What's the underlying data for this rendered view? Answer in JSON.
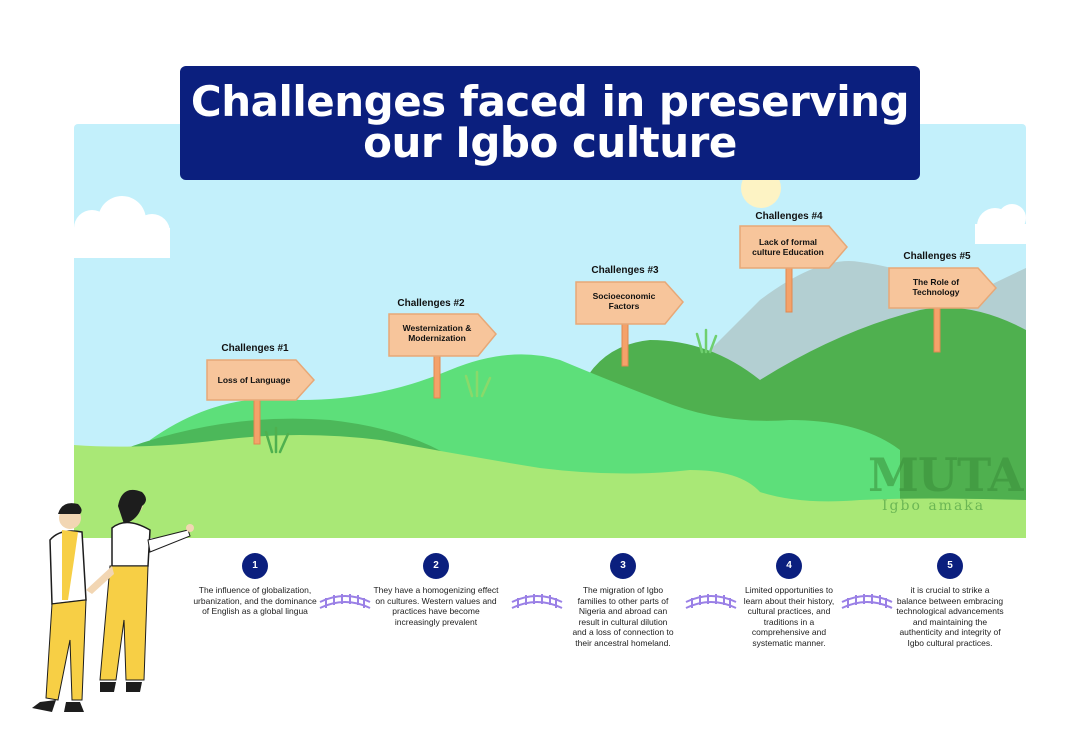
{
  "title": {
    "line1": "Challenges faced in preserving",
    "line2": "our Igbo culture"
  },
  "challenges": [
    {
      "label": "Challenges #1",
      "sign": "Loss of Language"
    },
    {
      "label": "Challenges #2",
      "sign": "Westernization & Modernization"
    },
    {
      "label": "Challenges #3",
      "sign": "Socioeconomic Factors"
    },
    {
      "label": "Challenges #4",
      "sign": "Lack of formal culture  Education"
    },
    {
      "label": "Challenges #5",
      "sign": "The Role of Technology"
    }
  ],
  "steps": [
    {
      "number": "1",
      "text": "The influence of globalization, urbanization, and the dominance of English as a global lingua"
    },
    {
      "number": "2",
      "text": "They have a homogenizing effect on cultures. Western values and practices have become increasingly prevalent"
    },
    {
      "number": "3",
      "text": "The migration of Igbo families to other parts of Nigeria and abroad can result in cultural dilution and a loss of connection to their ancestral homeland."
    },
    {
      "number": "4",
      "text": "Limited opportunities to learn about their history, cultural practices, and traditions in a comprehensive and systematic manner."
    },
    {
      "number": "5",
      "text": "it is crucial to strike a balance between embracing technological advancements and maintaining the authenticity and integrity of Igbo cultural practices."
    }
  ],
  "watermark": {
    "brand": "MUTA",
    "sub": "Igbo amaka"
  },
  "colors": {
    "title_bg": "#0b1f7e",
    "sky": "#c3f0fb",
    "hill_light": "#5ddf7a",
    "hill_dark": "#4caf4c",
    "sign": "#f7c59b",
    "person_yellow": "#f7cf45"
  }
}
